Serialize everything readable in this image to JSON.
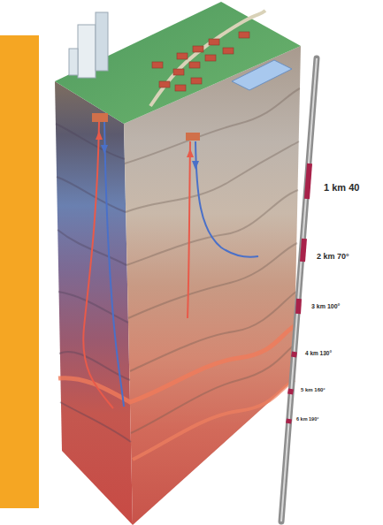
{
  "diagram": {
    "labels": [
      "1 km 40",
      "2 km 70°",
      "3 km 100°",
      "4 km 130°",
      "5 km 160°",
      "6 km 190°"
    ]
  }
}
